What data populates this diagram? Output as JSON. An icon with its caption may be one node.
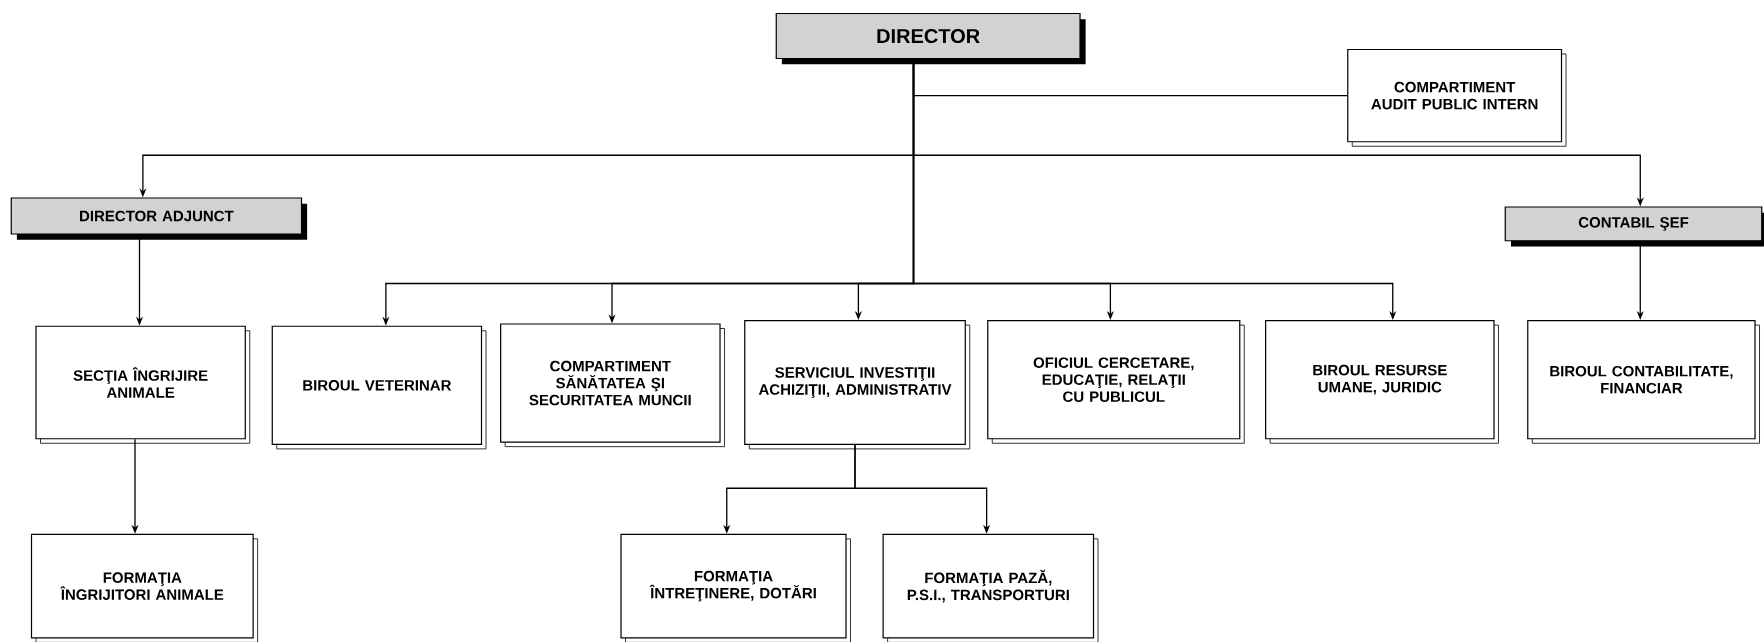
{
  "diagram": {
    "nodes": [
      {
        "text": [
          "DIRECTOR"
        ]
      },
      {
        "text": [
          "COMPARTIMENT AUDIT PUBLIC INTERN"
        ]
      },
      {
        "text": [
          "DIRECTOR ADJUNCT"
        ]
      },
      {
        "text": [
          "CONTABIL ŞEF"
        ]
      },
      {
        "text": [
          "SECŢIA ÎNGRIJIRE ANIMALE"
        ]
      },
      {
        "text": [
          "BIROUL VETERINAR"
        ]
      },
      {
        "text": [
          "COMPARTIMENT SĂNĂTATEA ŞI SECURITATEA MUNCII"
        ]
      },
      {
        "text": [
          "SERVICIUL INVESTIŢII ACHIZIŢII, ADMINISTRATIV"
        ]
      },
      {
        "text": [
          "OFICIUL CERCETARE, EDUCAŢIE, RELAŢII CU PUBLICUL"
        ]
      },
      {
        "text": [
          "BIROUL RESURSE UMANE, JURIDIC"
        ]
      },
      {
        "text": [
          "BIROUL CONTABILITATE, FINANCIAR"
        ]
      },
      {
        "text": [
          "FORMAŢIA ÎNGRIJITORI ANIMALE"
        ]
      },
      {
        "text": [
          "FORMAŢIA ÎNTREŢINERE, DOTĂRI"
        ]
      },
      {
        "text": [
          "FORMAŢIA PAZĂ, P.S.I., TRANSPORTURI"
        ]
      }
    ],
    "edges": [
      {
        "from": 1,
        "to": 0,
        "arrow": "none"
      },
      {
        "from": 0,
        "to": 2,
        "arrow": "to"
      },
      {
        "from": 0,
        "to": 3,
        "arrow": "to"
      },
      {
        "from": 0,
        "to": 5,
        "arrow": "to"
      },
      {
        "from": 0,
        "to": 6,
        "arrow": "to"
      },
      {
        "from": 0,
        "to": 7,
        "arrow": "to"
      },
      {
        "from": 0,
        "to": 8,
        "arrow": "to"
      },
      {
        "from": 0,
        "to": 9,
        "arrow": "to"
      },
      {
        "from": 2,
        "to": 4,
        "arrow": "to"
      },
      {
        "from": 4,
        "to": 11,
        "arrow": "to"
      },
      {
        "from": 3,
        "to": 10,
        "arrow": "to"
      },
      {
        "from": 7,
        "to": 12,
        "arrow": "to"
      },
      {
        "from": 7,
        "to": 13,
        "arrow": "to"
      }
    ]
  }
}
